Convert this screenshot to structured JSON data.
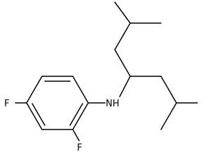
{
  "atoms": {
    "fluorine_para": "F",
    "fluorine_ortho": "F",
    "amine": "NH"
  },
  "colors": {
    "bond": "#000000",
    "label": "#000000",
    "background": "#ffffff"
  }
}
